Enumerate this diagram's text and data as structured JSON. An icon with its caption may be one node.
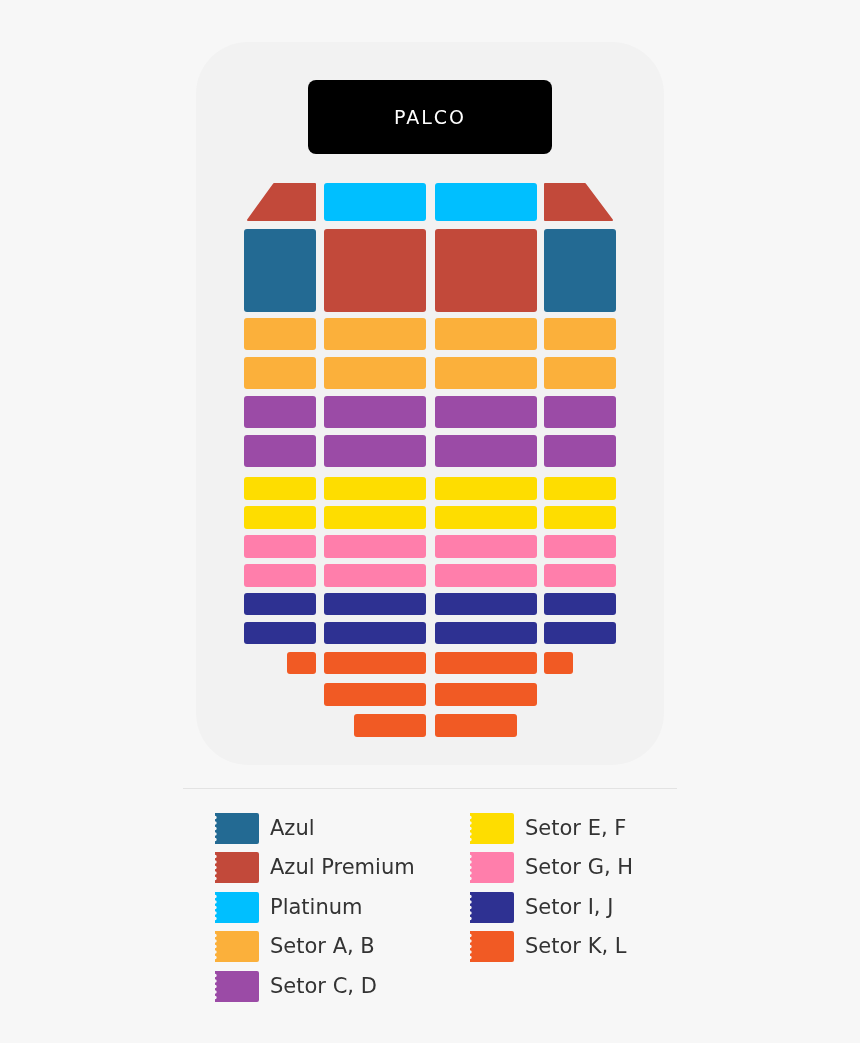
{
  "diagram": {
    "nodes": [
      {
        "text": [
          "PALCO"
        ]
      }
    ],
    "legend": [
      {
        "text": "Azul",
        "color": "#236a93"
      },
      {
        "text": "Azul Premium",
        "color": "#c2493a"
      },
      {
        "text": "Platinum",
        "color": "#00bfff"
      },
      {
        "text": "Setor A, B",
        "color": "#fbb03b"
      },
      {
        "text": "Setor C, D",
        "color": "#9b4ba6"
      },
      {
        "text": "Setor E, F",
        "color": "#fedd00"
      },
      {
        "text": "Setor G, H",
        "color": "#ff7eab"
      },
      {
        "text": "Setor I, J",
        "color": "#2e3192"
      },
      {
        "text": "Setor K, L",
        "color": "#f15a24"
      }
    ]
  }
}
